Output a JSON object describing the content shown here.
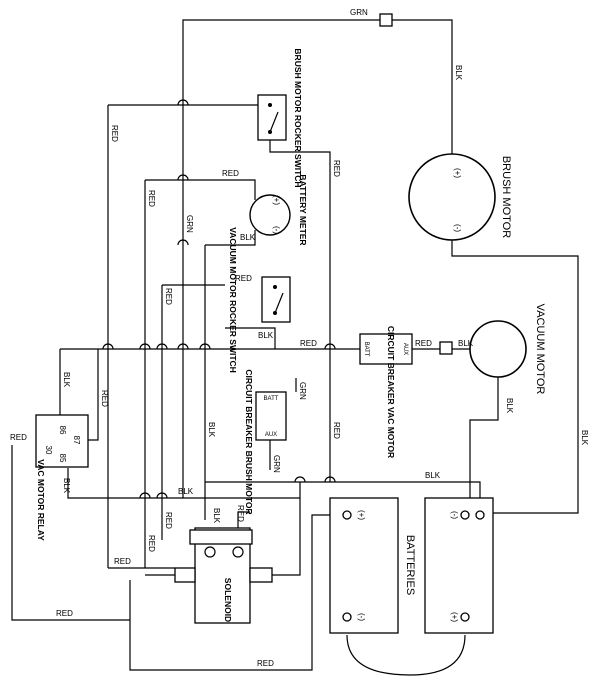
{
  "wire_colors": {
    "grn": "GRN",
    "blk": "BLK",
    "red": "RED"
  },
  "components": {
    "brush_motor": {
      "name": "BRUSH MOTOR",
      "plus": "(+)",
      "minus": "(-)"
    },
    "vacuum_motor": {
      "name": "VACUUM MOTOR"
    },
    "brush_motor_rocker_switch": {
      "name": "BRUSH MOTOR ROCKER SWITCH"
    },
    "vacuum_motor_rocker_switch": {
      "name": "VACUUM MOTOR ROCKER SWITCH"
    },
    "battery_meter": {
      "name": "BATTERY METER",
      "plus": "(+)",
      "minus": "(-)"
    },
    "cb_vac_motor": {
      "name": "CIRCUIT BREAKER VAC MOTOR",
      "batt": "BATT",
      "aux": "AUX"
    },
    "cb_brush_motor": {
      "name": "CIRCUIT BREAKER BRUSH MOTOR",
      "batt": "BATT",
      "aux": "AUX"
    },
    "vac_motor_relay": {
      "name": "VAC MOTOR RELAY",
      "pins": [
        "86",
        "87",
        "30",
        "85"
      ]
    },
    "solenoid": {
      "name": "SOLENOID"
    },
    "batteries": {
      "name": "BATTERIES",
      "plus": "(+)",
      "minus": "(-)"
    }
  }
}
